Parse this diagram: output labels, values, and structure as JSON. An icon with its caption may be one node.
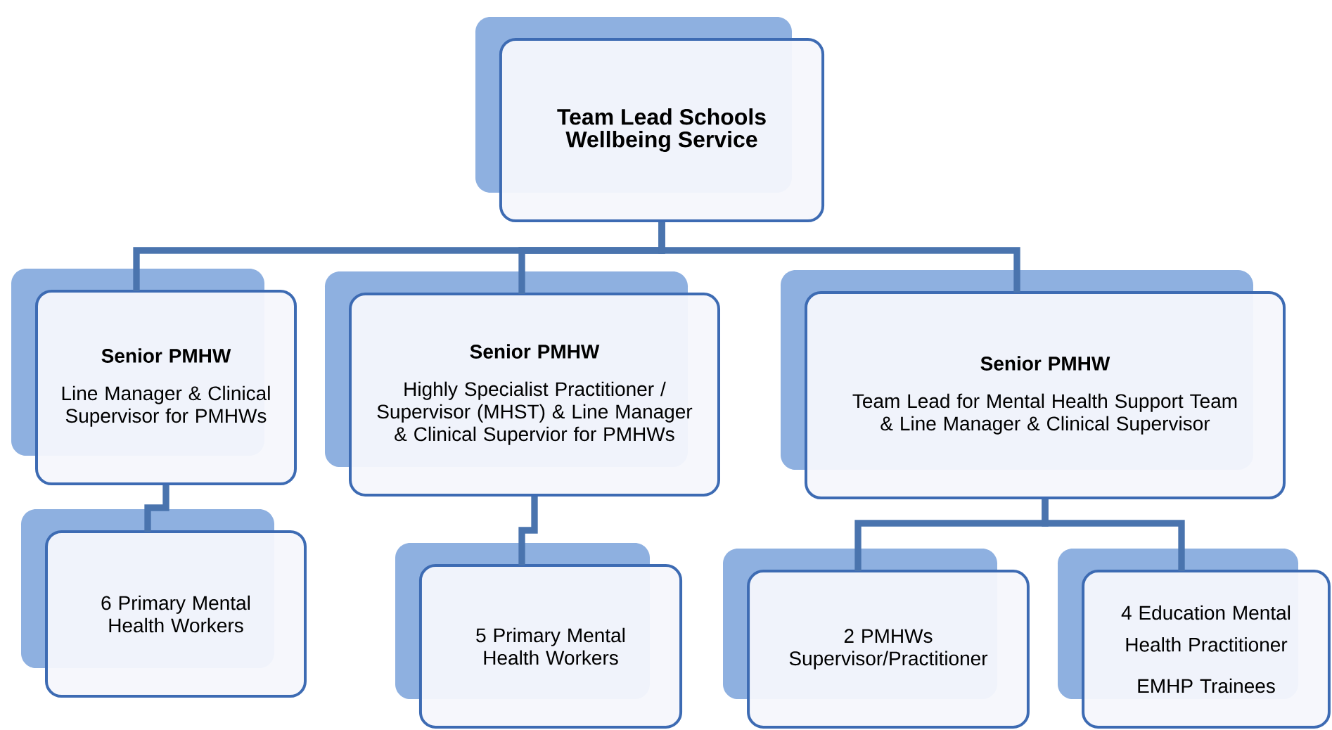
{
  "diagram": {
    "nodes": [
      {
        "text": [
          "Team Lead Schools Wellbeing Service"
        ]
      },
      {
        "text": [
          "Senior PMHW",
          "Line Manager & Clinical Supervisor for PMHWs"
        ]
      },
      {
        "text": [
          "Senior PMHW",
          "Highly Specialist Practitioner / Supervisor (MHST) & Line Manager & Clinical Supervior for PMHWs"
        ]
      },
      {
        "text": [
          "Senior PMHW",
          "Team Lead for  Mental Health Support Team & Line Manager & Clinical Supervisor"
        ]
      },
      {
        "text": [
          "6 Primary Mental Health Workers"
        ]
      },
      {
        "text": [
          "5 Primary Mental Health Workers"
        ]
      },
      {
        "text": [
          "2 PMHWs Supervisor/Practitioner"
        ]
      },
      {
        "text": [
          "4 Education Mental Health Practitioner",
          "EMHP Trainees"
        ]
      }
    ],
    "edges": [
      {
        "from": 0,
        "to": 1,
        "arrow": "none"
      },
      {
        "from": 0,
        "to": 2,
        "arrow": "none"
      },
      {
        "from": 0,
        "to": 3,
        "arrow": "none"
      },
      {
        "from": 1,
        "to": 4,
        "arrow": "none"
      },
      {
        "from": 2,
        "to": 5,
        "arrow": "none"
      },
      {
        "from": 3,
        "to": 6,
        "arrow": "none"
      },
      {
        "from": 3,
        "to": 7,
        "arrow": "none"
      }
    ]
  }
}
